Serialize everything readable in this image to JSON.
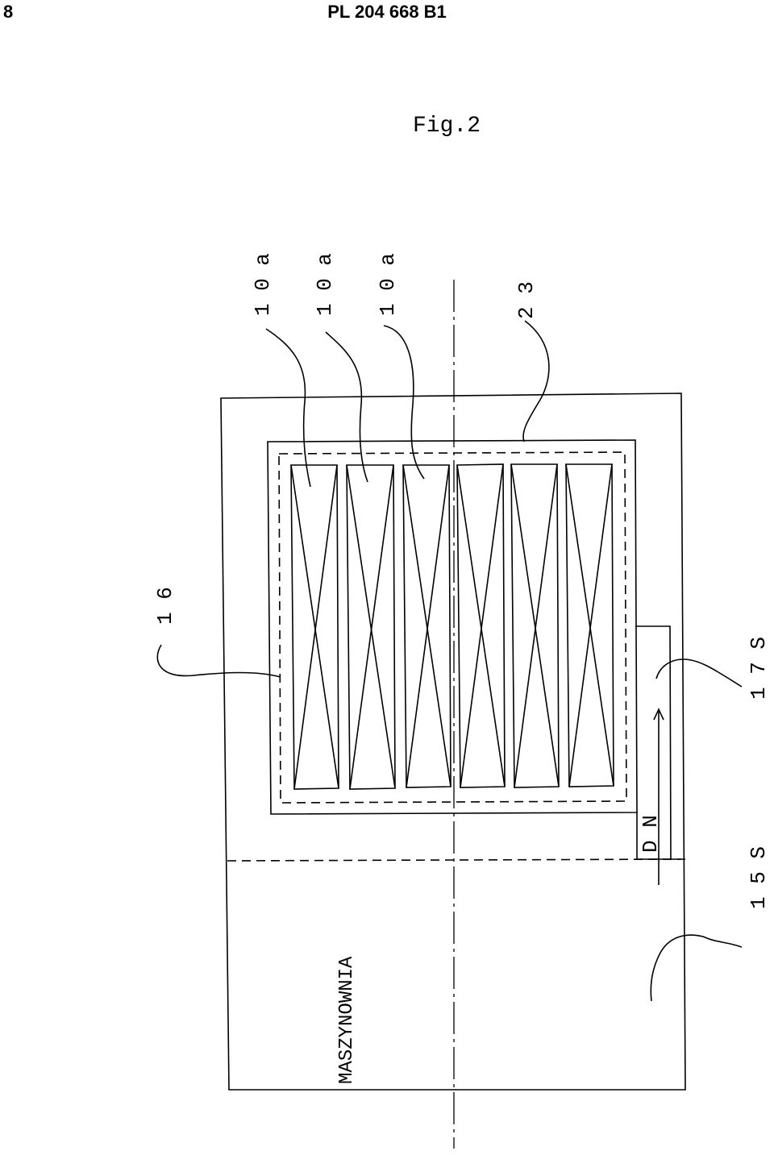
{
  "header": {
    "page_number": "8",
    "document_id": "PL 204 668 B1"
  },
  "figure": {
    "title": "Fig.2",
    "labels": {
      "module_1": "1 0 a",
      "module_2": "1 0 a",
      "module_3": "1 0 a",
      "enclosure": "2 3",
      "room": "1 6",
      "ref_17s": "1 7 S",
      "ref_15s": "1 5 S",
      "dn": "D N",
      "machine_room": "MASZYNOWNIA"
    }
  }
}
